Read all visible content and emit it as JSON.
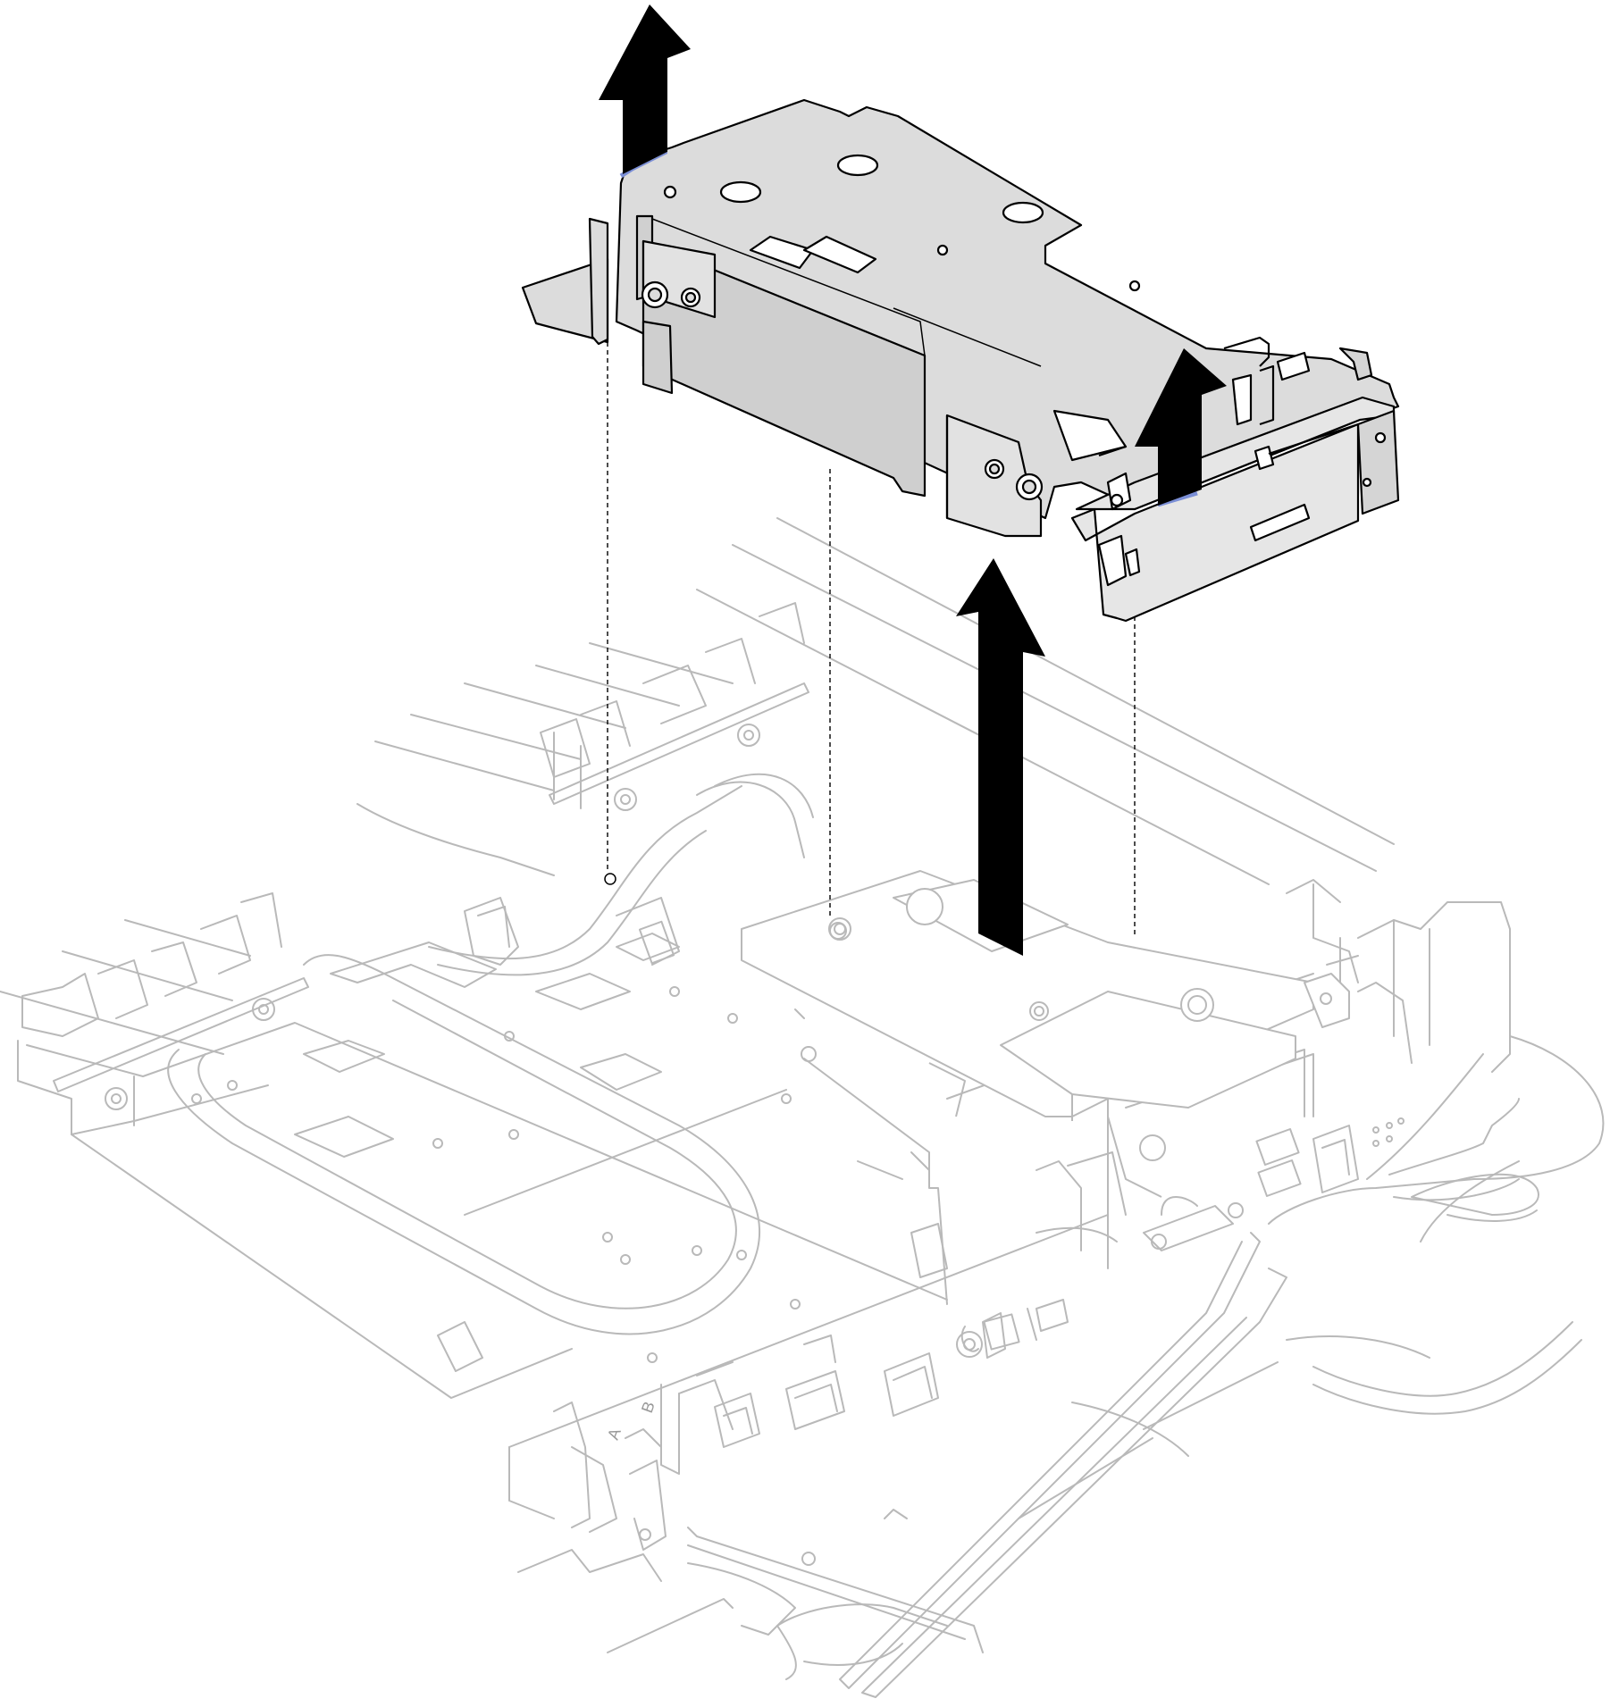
{
  "diagram": {
    "description_visible_text": "",
    "labels": {
      "slot_a": "A",
      "slot_b": "B"
    },
    "colors": {
      "line": "#b9b9b9",
      "cage_fill": "#dcdcdc",
      "cage_stroke": "#000000",
      "arrow": "#000000",
      "tab_accent": "#7b8fd6",
      "background": "#ffffff"
    },
    "arrows": [
      {
        "name": "lift-arrow-left",
        "direction": "up"
      },
      {
        "name": "lift-arrow-right",
        "direction": "up"
      },
      {
        "name": "lift-arrow-center",
        "direction": "up"
      }
    ],
    "components": [
      "riser-cage",
      "water-loop-tray",
      "cold-plate-module",
      "node-chassis",
      "alignment-guide-lines"
    ]
  }
}
